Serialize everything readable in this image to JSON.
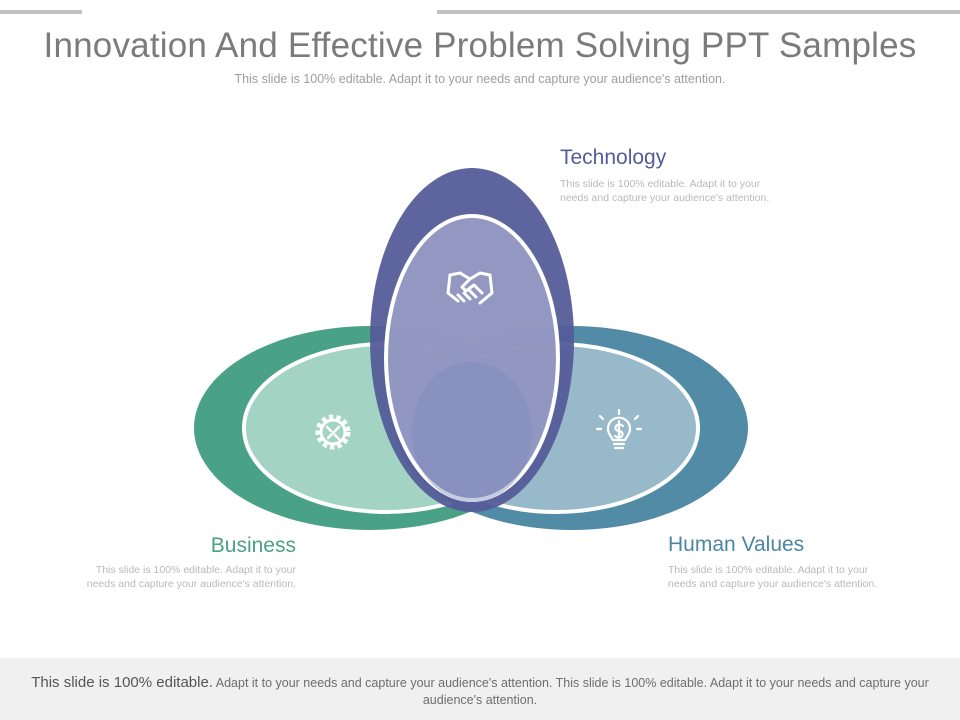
{
  "header": {
    "title": "Innovation And Effective Problem Solving  PPT Samples",
    "subtitle": "This slide is 100% editable. Adapt it to your needs and capture your audience's attention."
  },
  "nodes": {
    "technology": {
      "title": "Technology",
      "description": "This slide is 100% editable. Adapt it to your needs and capture your audience's attention.",
      "icon": "handshake-icon",
      "color": "#545c99",
      "fill": "#a3a7cd"
    },
    "business": {
      "title": "Business",
      "description": "This slide is 100% editable. Adapt it to your needs and capture your audience's attention.",
      "icon": "gear-icon",
      "color": "#4aa286",
      "fill": "#a2d3c3"
    },
    "human_values": {
      "title": "Human Values",
      "description": "This slide is 100% editable. Adapt it to your needs and capture your audience's attention.",
      "icon": "lightbulb-dollar-icon",
      "color": "#4b86a2",
      "fill": "#a7c3d1"
    }
  },
  "footer": {
    "lead": "This slide is 100% editable.",
    "rest": " Adapt it to your needs and capture your audience's attention. This slide is 100% editable. Adapt it to your needs and capture your audience's attention."
  }
}
